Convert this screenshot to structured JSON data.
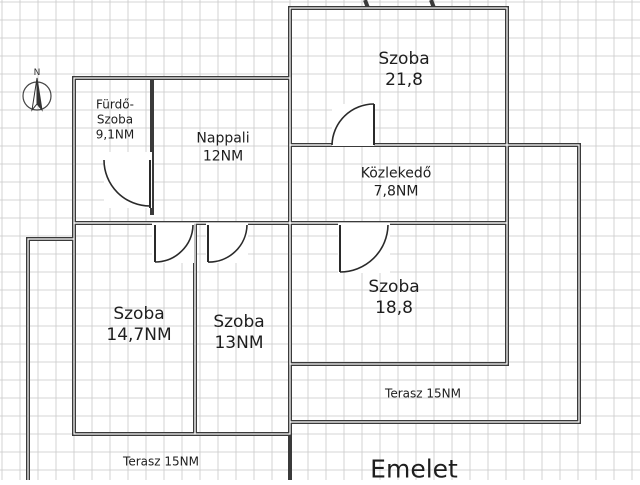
{
  "compass": {
    "label": "N",
    "icon": "north-arrow-icon"
  },
  "rooms": {
    "furdo": {
      "name_line1": "Fürdő-",
      "name_line2": "Szoba",
      "area": "9,1NM"
    },
    "nappali": {
      "name": "Nappali",
      "area": "12NM"
    },
    "szoba_top": {
      "name": "Szoba",
      "area": "21,8"
    },
    "kozlekedo": {
      "name": "Közlekedő",
      "area": "7,8NM"
    },
    "szoba_left": {
      "name": "Szoba",
      "area": "14,7NM"
    },
    "szoba_mid": {
      "name": "Szoba",
      "area": "13NM"
    },
    "szoba_right": {
      "name": "Szoba",
      "area": "18,8"
    }
  },
  "terraces": {
    "right": {
      "label": "Terasz 15NM"
    },
    "left": {
      "label": "Terasz 15NM"
    }
  },
  "floor_label": "Emelet",
  "colors": {
    "grid": "#c8c8c8",
    "wall": "#3a3a3a",
    "background": "#ffffff"
  }
}
